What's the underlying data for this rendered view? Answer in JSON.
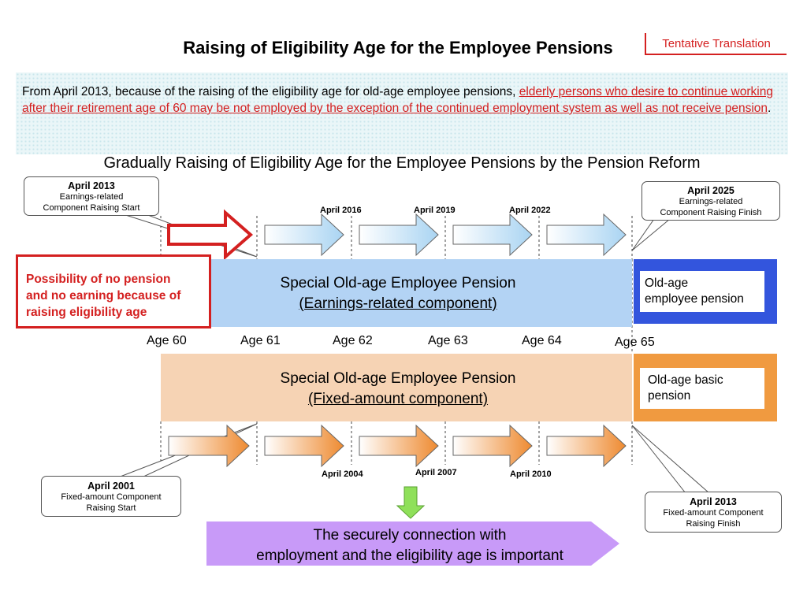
{
  "header": {
    "title": "Raising of Eligibility Age for the Employee Pensions",
    "tentative": "Tentative Translation"
  },
  "intro": {
    "text_plain": "From April 2013, because of the raising of the eligibility age for old-age employee pensions, ",
    "text_highlight": "elderly persons who desire to continue working after their retirement age of 60 may be not employed by the exception of the continued employment system as well as not receive pension",
    "text_end": "."
  },
  "subtitle": "Gradually Raising of Eligibility Age for the Employee Pensions by the Pension Reform",
  "callouts": {
    "top_left": {
      "date": "April 2013",
      "line1": "Earnings-related",
      "line2": "Component Raising Start"
    },
    "top_right": {
      "date": "April 2025",
      "line1": "Earnings-related",
      "line2": "Component Raising Finish"
    },
    "bottom_left": {
      "date": "April 2001",
      "line1": "Fixed-amount Component",
      "line2": "Raising Start"
    },
    "bottom_right": {
      "date": "April 2013",
      "line1": "Fixed-amount Component",
      "line2": "Raising Finish"
    }
  },
  "top_years": [
    "April 2016",
    "April 2019",
    "April 2022"
  ],
  "bottom_years": [
    "April 2004",
    "April 2007",
    "April 2010"
  ],
  "bands": {
    "earnings": {
      "line1": "Special Old-age Employee Pension",
      "line2": "(Earnings-related component)"
    },
    "fixed": {
      "line1": "Special Old-age Employee Pension",
      "line2": "(Fixed-amount component)"
    }
  },
  "boxes": {
    "oldage_employee": {
      "line1": "Old-age",
      "line2": "employee pension",
      "color": "#3355dd"
    },
    "oldage_basic": {
      "line1": "Old-age basic",
      "line2": "pension",
      "color": "#f09a40"
    }
  },
  "ages": [
    "Age 60",
    "Age 61",
    "Age 62",
    "Age 63",
    "Age 64",
    "Age 65"
  ],
  "warning": {
    "line1": "Possibility of no pension",
    "line2": "and no earning because of",
    "line3": "raising eligibility age",
    "color": "#d42020"
  },
  "conclusion": {
    "line1": "The securely connection with",
    "line2": "employment and the eligibility age is important"
  }
}
